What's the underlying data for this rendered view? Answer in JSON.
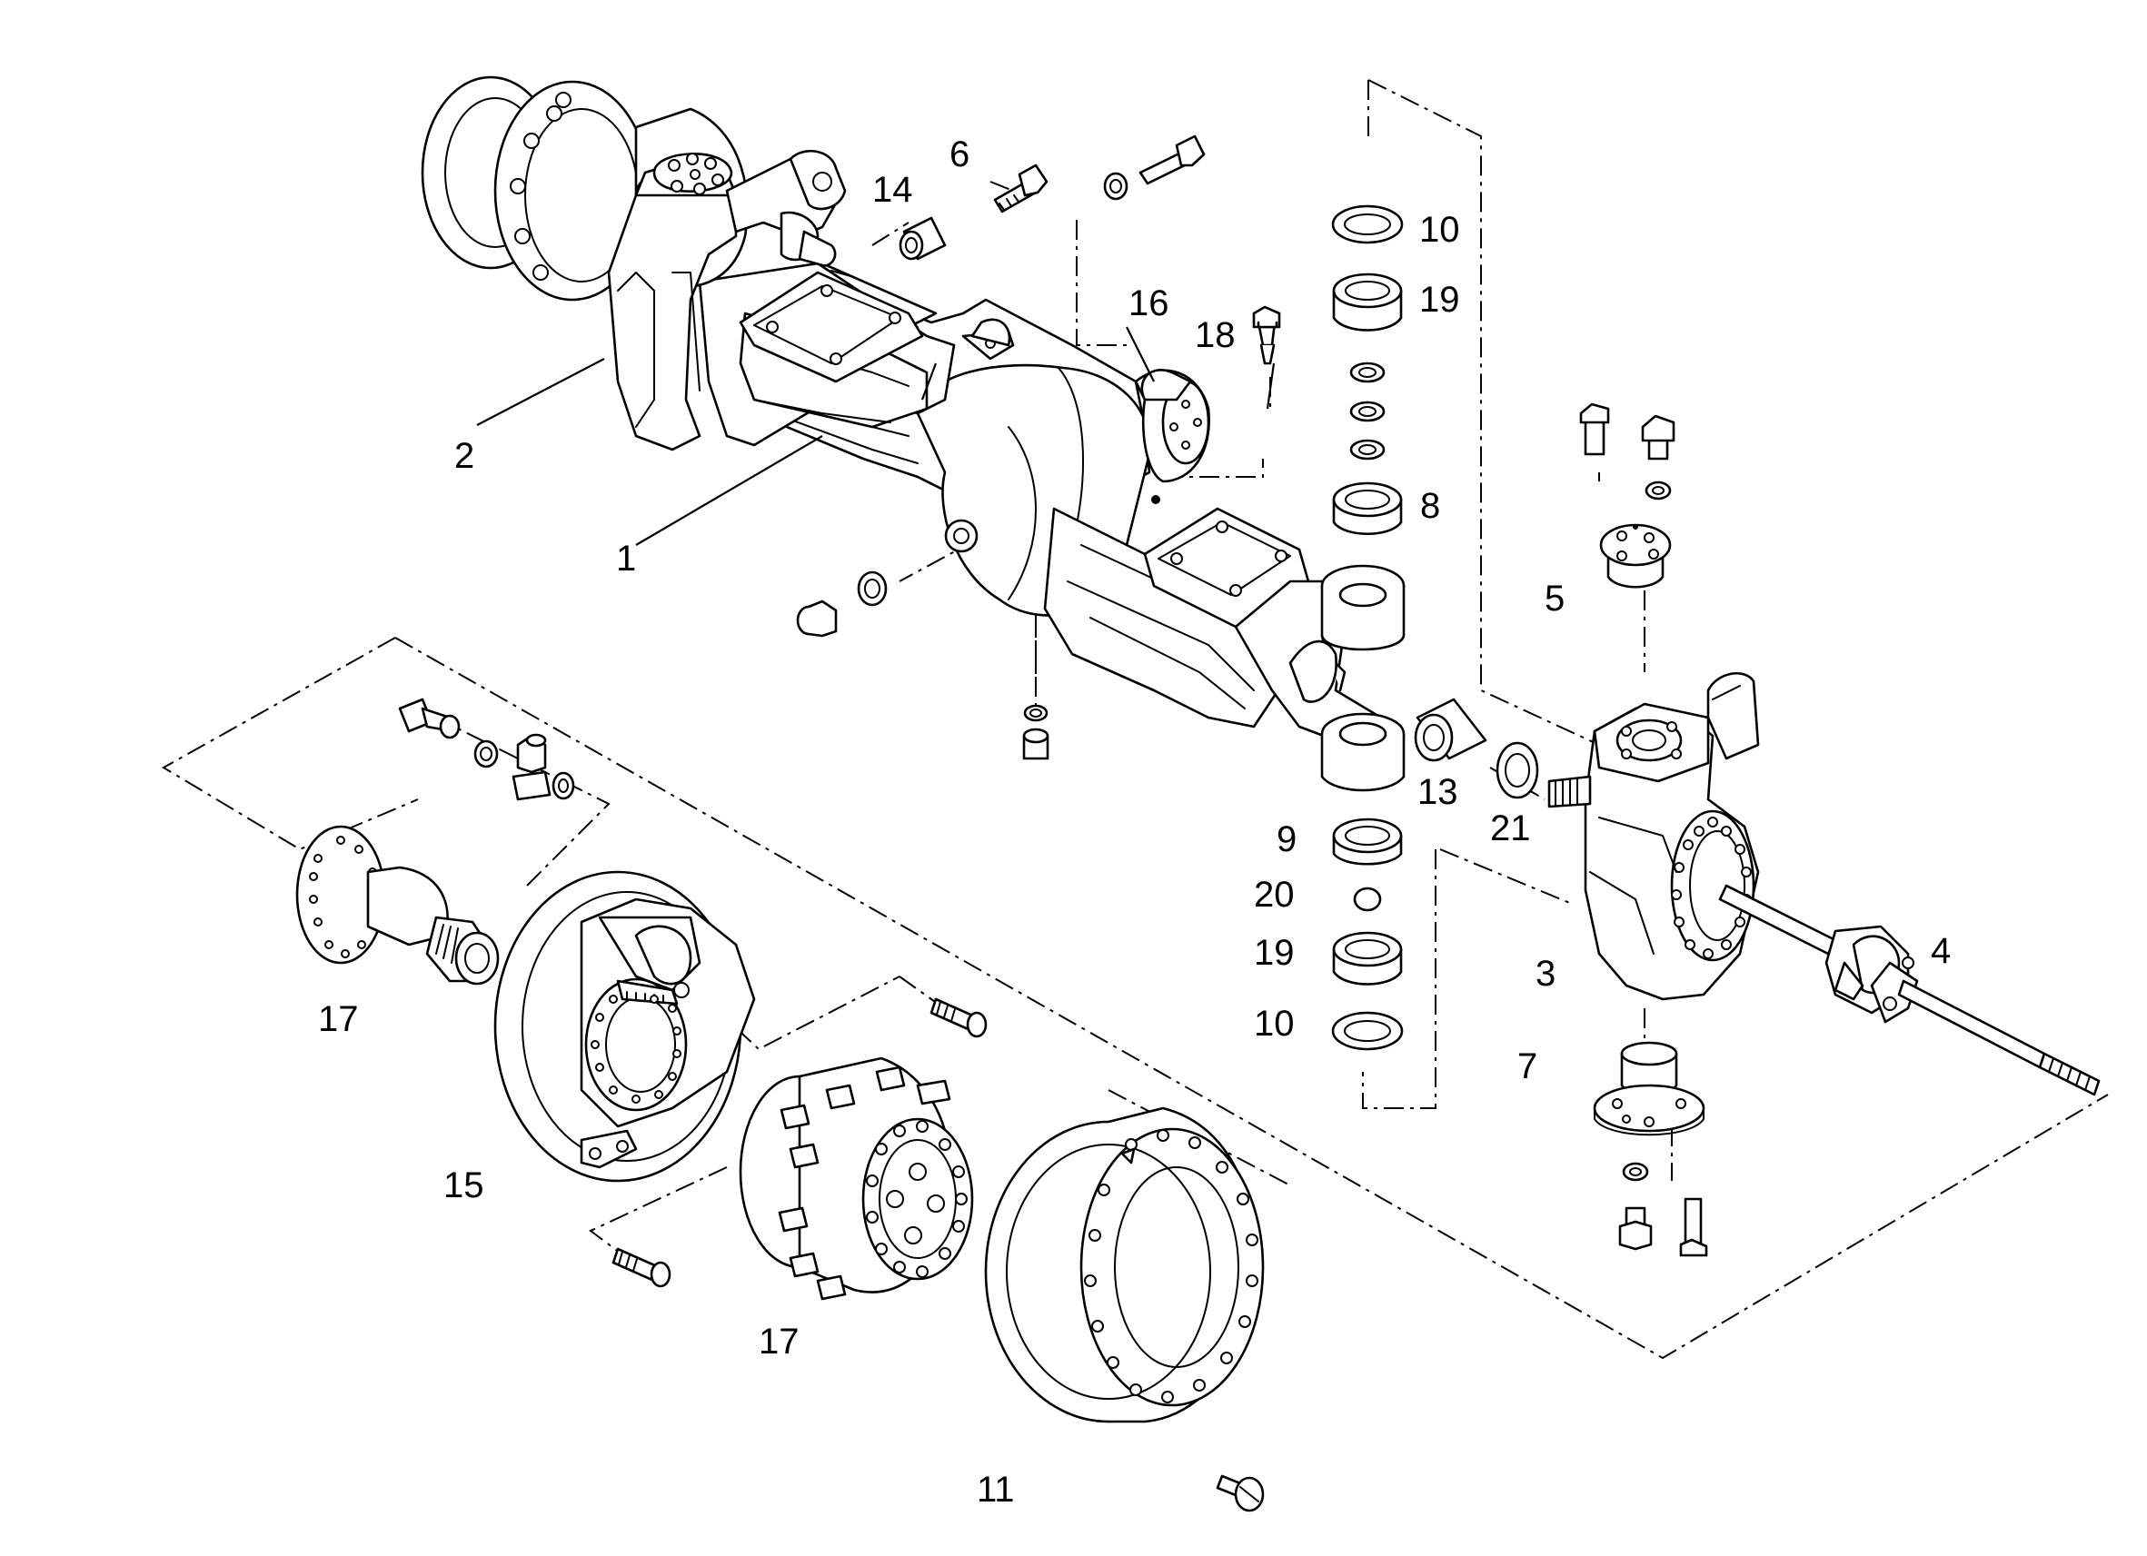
{
  "diagram": {
    "callouts": [
      {
        "id": "c1",
        "text": "1"
      },
      {
        "id": "c2",
        "text": "2"
      },
      {
        "id": "c3",
        "text": "3"
      },
      {
        "id": "c4",
        "text": "4"
      },
      {
        "id": "c5",
        "text": "5"
      },
      {
        "id": "c6",
        "text": "6"
      },
      {
        "id": "c7",
        "text": "7"
      },
      {
        "id": "c8",
        "text": "8"
      },
      {
        "id": "c9",
        "text": "9"
      },
      {
        "id": "c10a",
        "text": "10"
      },
      {
        "id": "c10b",
        "text": "10"
      },
      {
        "id": "c11",
        "text": "11"
      },
      {
        "id": "c13",
        "text": "13"
      },
      {
        "id": "c14",
        "text": "14"
      },
      {
        "id": "c15",
        "text": "15"
      },
      {
        "id": "c16",
        "text": "16"
      },
      {
        "id": "c17a",
        "text": "17"
      },
      {
        "id": "c17b",
        "text": "17"
      },
      {
        "id": "c18",
        "text": "18"
      },
      {
        "id": "c19a",
        "text": "19"
      },
      {
        "id": "c19b",
        "text": "19"
      },
      {
        "id": "c20",
        "text": "20"
      },
      {
        "id": "c21",
        "text": "21"
      }
    ]
  }
}
